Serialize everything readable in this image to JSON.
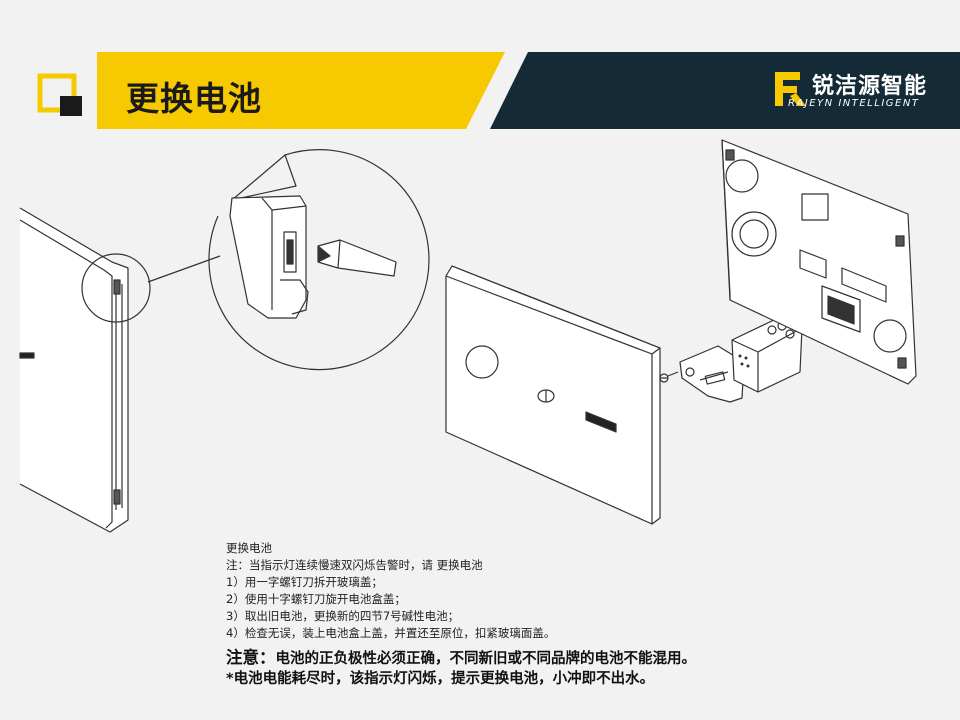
{
  "header": {
    "title": "更换电池",
    "brand_cn": "锐洁源智能",
    "brand_en": "RAJEYN INTELLIGENT",
    "colors": {
      "yellow": "#f7c900",
      "navy": "#142a36",
      "dark": "#1a1a1a"
    }
  },
  "steps": {
    "heading": "更换电池",
    "notice": "注：当指示灯连续慢速双闪烁告警时，请 更换电池",
    "items": [
      "1）用一字螺钉刀拆开玻璃盖；",
      "2）使用十字螺钉刀旋开电池盒盖；",
      "3）取出旧电池，更换新的四节7号碱性电池；",
      "4）检查无误，装上电池盒上盖，并置还至原位，扣紧玻璃面盖。"
    ]
  },
  "note": {
    "lead": "注意：",
    "line1": "电池的正负极性必须正确，不同新旧或不同品牌的电池不能混用。",
    "line2": "*电池电能耗尽时，该指示灯闪烁，提示更换电池，小冲即不出水。"
  }
}
